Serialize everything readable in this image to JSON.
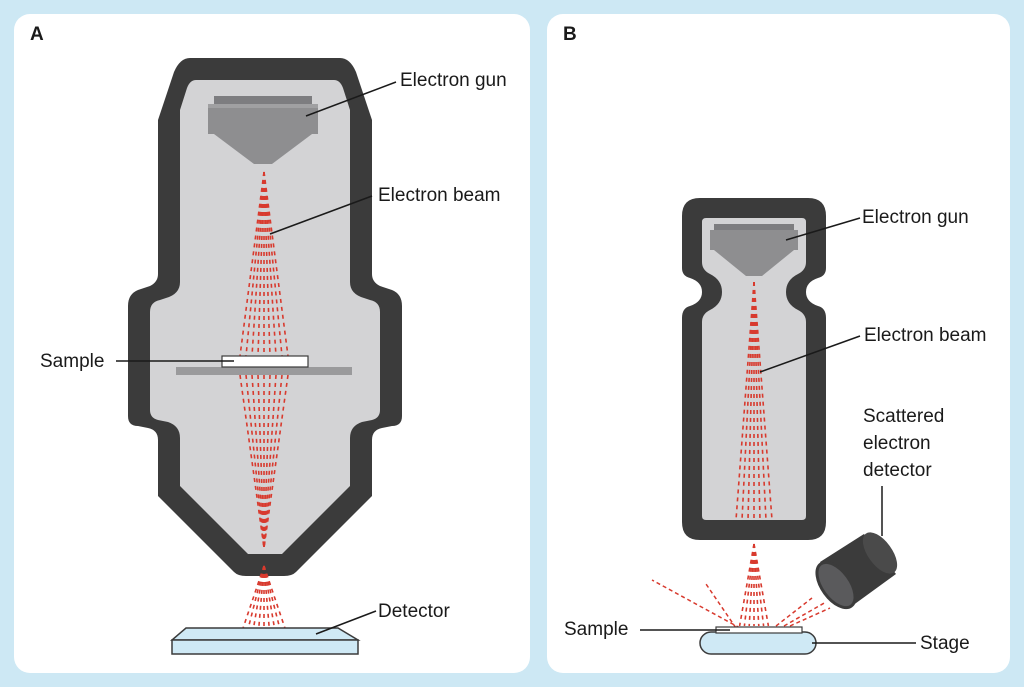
{
  "panels": [
    {
      "letter": "A",
      "labels": {
        "gun": "Electron gun",
        "beam": "Electron beam",
        "sample": "Sample",
        "detector": "Detector"
      }
    },
    {
      "letter": "B",
      "labels": {
        "gun": "Electron gun",
        "beam": "Electron beam",
        "detector": [
          "Scattered",
          "electron",
          "detector"
        ],
        "sample": "Sample",
        "stage": "Stage"
      }
    }
  ],
  "colors": {
    "background": "#cde8f4",
    "panel": "#ffffff",
    "housing": "#3b3b3b",
    "interior": "#d3d3d5",
    "gun": "#8e8e90",
    "beam": "#d83a2e",
    "detector_fill": "#cfe9f5",
    "stage_fill": "#cfe9f5"
  }
}
